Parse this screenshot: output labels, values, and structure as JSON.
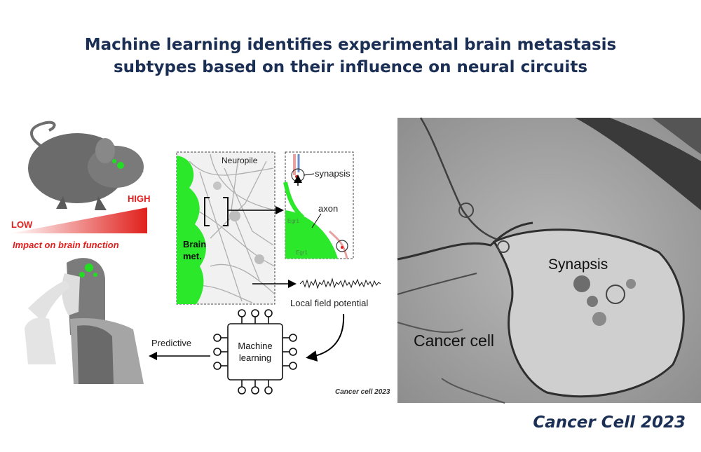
{
  "title": {
    "line1": "Machine learning identifies experimental brain metastasis",
    "line2": "subtypes based on their influence on neural circuits"
  },
  "diagram": {
    "high_label": "HIGH",
    "low_label": "LOW",
    "impact_label": "Impact on brain function",
    "neuropile_label": "Neuropile",
    "brain_met_line1": "Brain",
    "brain_met_line2": "met.",
    "synapsis_label": "synapsis",
    "axon_label": "axon",
    "egr_top": "Egr1",
    "egr_bottom": "Egr1",
    "lfp_label": "Local field potential",
    "ml_line1": "Machine",
    "ml_line2": "learning",
    "predictive_label": "Predictive",
    "citation": "Cancer cell 2023"
  },
  "micrograph": {
    "synapsis_label": "Synapsis",
    "cancer_cell_label": "Cancer cell"
  },
  "footer": "Cancer Cell 2023",
  "colors": {
    "title": "#1b2f55",
    "green": "#22dd22",
    "red": "#e0201c"
  }
}
